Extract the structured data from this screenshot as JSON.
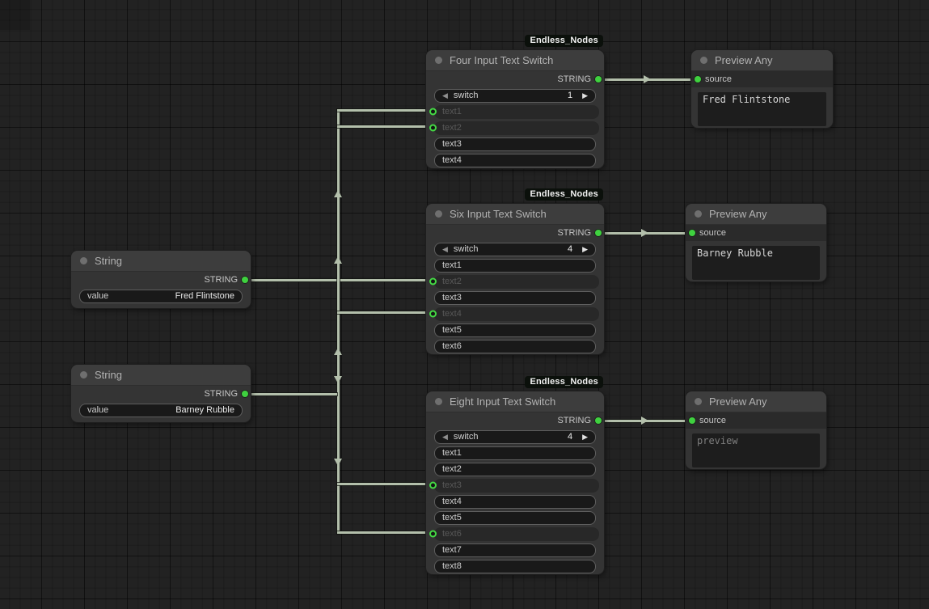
{
  "badge_label": "Endless_Nodes",
  "icons": {
    "decrement": "◀",
    "increment": "▶"
  },
  "colors": {
    "accent_green": "#3fd13f",
    "wire": "#b3bfab",
    "node_bg": "#343434",
    "node_title_bg": "#3d3d3d",
    "widget_bg": "#191919",
    "canvas_bg": "#212121"
  },
  "nodes": {
    "string_fred": {
      "title": "String",
      "output_label": "STRING",
      "widget": {
        "label": "value",
        "value": "Fred Flintstone"
      }
    },
    "string_barney": {
      "title": "String",
      "output_label": "STRING",
      "widget": {
        "label": "value",
        "value": "Barney Rubble"
      }
    },
    "four_switch": {
      "title": "Four Input Text Switch",
      "output_label": "STRING",
      "switch": {
        "label": "switch",
        "value": "1"
      },
      "rows": [
        {
          "label": "text1",
          "connected": true
        },
        {
          "label": "text2",
          "connected": true
        },
        {
          "label": "text3",
          "connected": false
        },
        {
          "label": "text4",
          "connected": false
        }
      ]
    },
    "six_switch": {
      "title": "Six Input Text Switch",
      "output_label": "STRING",
      "switch": {
        "label": "switch",
        "value": "4"
      },
      "rows": [
        {
          "label": "text1",
          "connected": false
        },
        {
          "label": "text2",
          "connected": true
        },
        {
          "label": "text3",
          "connected": false
        },
        {
          "label": "text4",
          "connected": true
        },
        {
          "label": "text5",
          "connected": false
        },
        {
          "label": "text6",
          "connected": false
        }
      ]
    },
    "eight_switch": {
      "title": "Eight Input Text Switch",
      "output_label": "STRING",
      "switch": {
        "label": "switch",
        "value": "4"
      },
      "rows": [
        {
          "label": "text1",
          "connected": false
        },
        {
          "label": "text2",
          "connected": false
        },
        {
          "label": "text3",
          "connected": true
        },
        {
          "label": "text4",
          "connected": false
        },
        {
          "label": "text5",
          "connected": false
        },
        {
          "label": "text6",
          "connected": true
        },
        {
          "label": "text7",
          "connected": false
        },
        {
          "label": "text8",
          "connected": false
        }
      ]
    },
    "preview_fred": {
      "title": "Preview Any",
      "input_label": "source",
      "preview_text": "Fred Flintstone"
    },
    "preview_barney": {
      "title": "Preview Any",
      "input_label": "source",
      "preview_text": "Barney Rubble"
    },
    "preview_default": {
      "title": "Preview Any",
      "input_label": "source",
      "preview_text": "preview"
    }
  },
  "connections": [
    {
      "from": "String (Fred Flintstone).STRING",
      "to": "Four Input Text Switch.text1"
    },
    {
      "from": "String (Fred Flintstone).STRING",
      "to": "Four Input Text Switch.text2"
    },
    {
      "from": "String (Fred Flintstone).STRING",
      "to": "Six Input Text Switch.text2"
    },
    {
      "from": "String (Barney Rubble).STRING",
      "to": "Six Input Text Switch.text4"
    },
    {
      "from": "String (Barney Rubble).STRING",
      "to": "Eight Input Text Switch.text3"
    },
    {
      "from": "String (Barney Rubble).STRING",
      "to": "Eight Input Text Switch.text6"
    },
    {
      "from": "Four Input Text Switch.STRING",
      "to": "Preview Any.source (Fred Flintstone)"
    },
    {
      "from": "Six Input Text Switch.STRING",
      "to": "Preview Any.source (Barney Rubble)"
    },
    {
      "from": "Eight Input Text Switch.STRING",
      "to": "Preview Any.source (preview)"
    }
  ]
}
